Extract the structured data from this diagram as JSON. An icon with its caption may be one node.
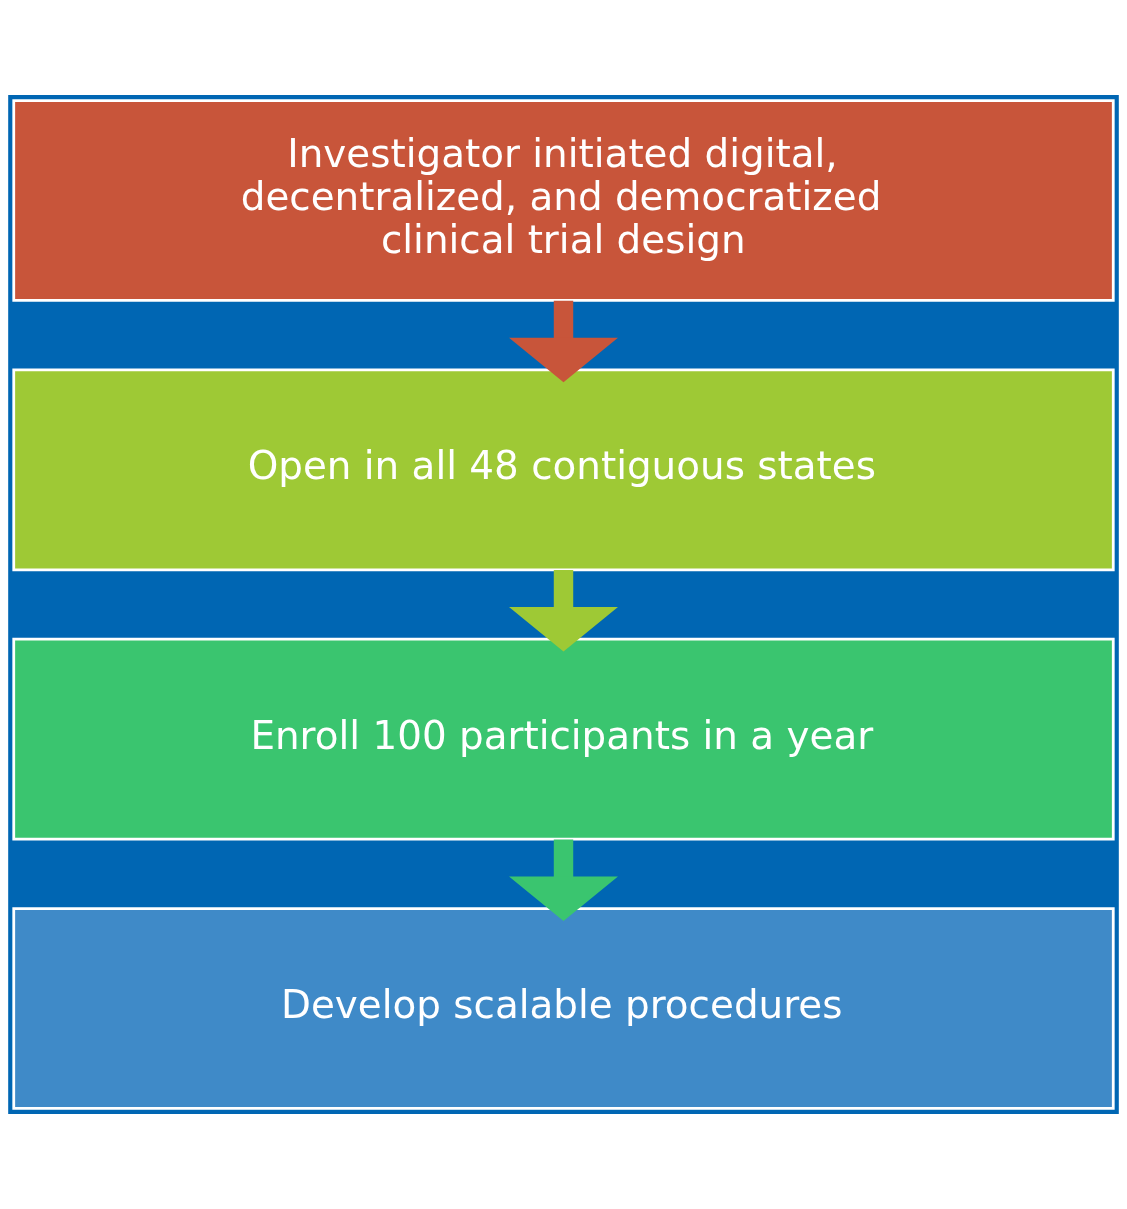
{
  "diagram": {
    "nodes": [
      {
        "text": [
          "Investigator initiated digital, decentralized, and democratized clinical trial design"
        ]
      },
      {
        "text": [
          "Open in all 48 contiguous states"
        ]
      },
      {
        "text": [
          "Enroll 100 participants in a year"
        ]
      },
      {
        "text": [
          "Develop scalable procedures"
        ]
      }
    ],
    "edges": [
      {
        "from": 0,
        "to": 1,
        "arrow": "to",
        "color": "#c8553a"
      },
      {
        "from": 1,
        "to": 2,
        "arrow": "to",
        "color": "#9ec935"
      },
      {
        "from": 2,
        "to": 3,
        "arrow": "to",
        "color": "#3ac56f"
      }
    ]
  }
}
